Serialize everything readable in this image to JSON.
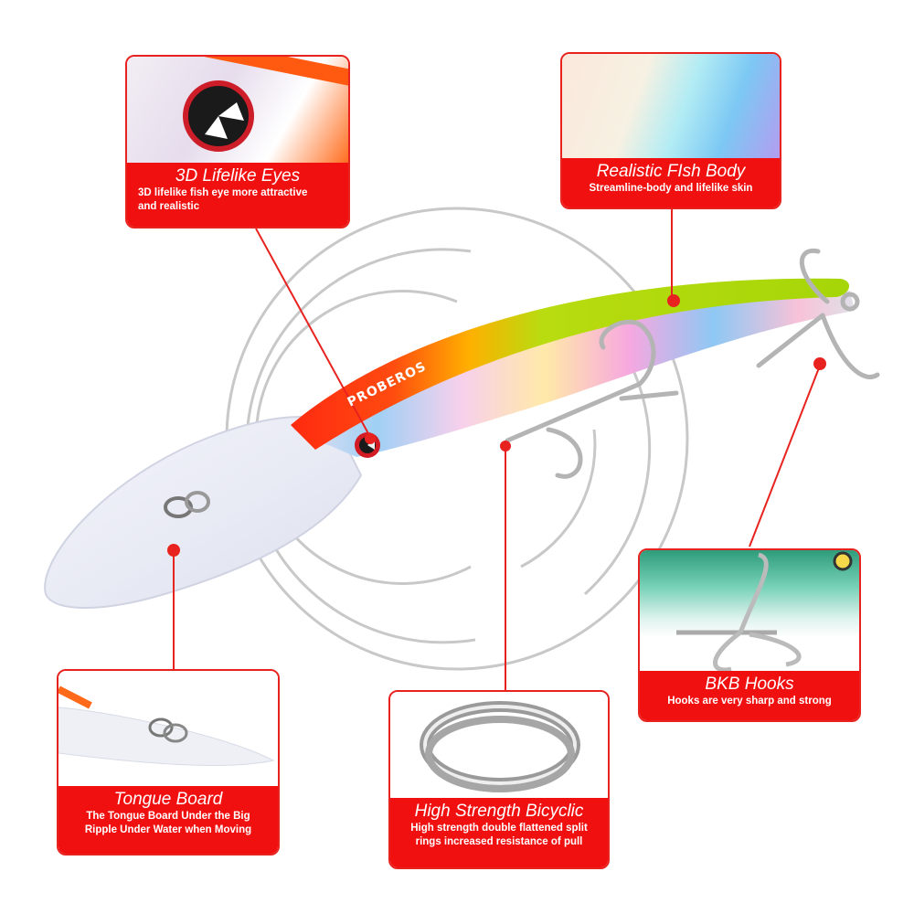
{
  "brand": {
    "logo_text": "PROBEROS"
  },
  "colors": {
    "accent_red": "#f01010",
    "lure_green": "#a6d608",
    "lure_orange": "#ff3a10",
    "ring_gray": "#c8c8c8"
  },
  "callouts": [
    {
      "id": "eyes",
      "title": "3D Lifelike  Eyes",
      "desc_line1": "3D lifelike fish eye more attractive",
      "desc_line2": "and realistic"
    },
    {
      "id": "body",
      "title": "Realistic FIsh Body",
      "desc_line1": "Streamline-body and lifelike skin",
      "desc_line2": ""
    },
    {
      "id": "hooks",
      "title": "BKB Hooks",
      "desc_line1": "Hooks are very sharp and strong",
      "desc_line2": ""
    },
    {
      "id": "tongue",
      "title": "Tongue Board",
      "desc_line1": "The Tongue Board Under the Big",
      "desc_line2": "Ripple Under Water when Moving"
    },
    {
      "id": "rings",
      "title": "High Strength Bicyclic",
      "desc_line1": "High strength double flattened split",
      "desc_line2": "rings increased resistance of pull"
    }
  ]
}
